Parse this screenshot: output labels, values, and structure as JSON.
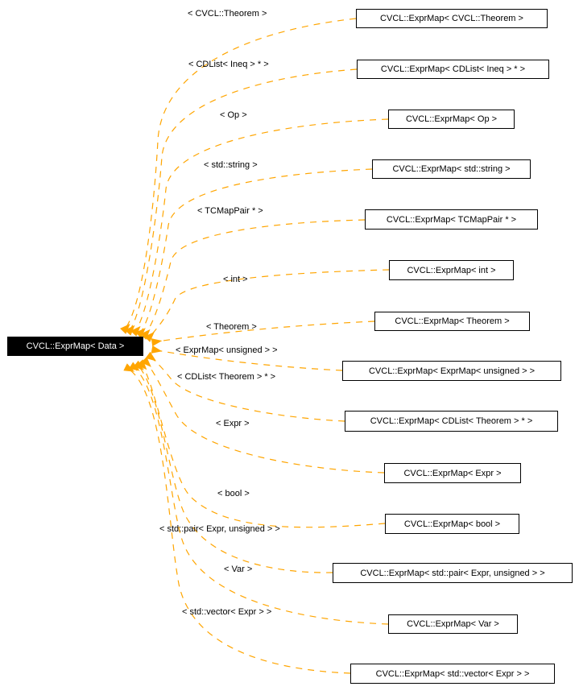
{
  "diagram": {
    "root": {
      "label": "CVCL::ExprMap< Data >"
    },
    "colors": {
      "edge": "#ffa500",
      "node_bg": "#ffffff",
      "node_border": "#000000",
      "root_bg": "#000000",
      "root_text": "#ffffff"
    },
    "instantiations": [
      {
        "arg": "< CVCL::Theorem >",
        "class": "CVCL::ExprMap< CVCL::Theorem >"
      },
      {
        "arg": "< CDList< Ineq > * >",
        "class": "CVCL::ExprMap< CDList< Ineq > * >"
      },
      {
        "arg": "< Op >",
        "class": "CVCL::ExprMap< Op >"
      },
      {
        "arg": "< std::string >",
        "class": "CVCL::ExprMap< std::string >"
      },
      {
        "arg": "< TCMapPair * >",
        "class": "CVCL::ExprMap< TCMapPair * >"
      },
      {
        "arg": "< int >",
        "class": "CVCL::ExprMap< int >"
      },
      {
        "arg": "< Theorem >",
        "class": "CVCL::ExprMap< Theorem >"
      },
      {
        "arg": "< ExprMap< unsigned > >",
        "class": "CVCL::ExprMap< ExprMap< unsigned > >"
      },
      {
        "arg": "< CDList< Theorem > * >",
        "class": "CVCL::ExprMap< CDList< Theorem > * >"
      },
      {
        "arg": "< Expr >",
        "class": "CVCL::ExprMap< Expr >"
      },
      {
        "arg": "< bool >",
        "class": "CVCL::ExprMap< bool >"
      },
      {
        "arg": "< std::pair< Expr, unsigned > >",
        "class": "CVCL::ExprMap< std::pair< Expr, unsigned > >"
      },
      {
        "arg": "< Var >",
        "class": "CVCL::ExprMap< Var >"
      },
      {
        "arg": "< std::vector< Expr > >",
        "class": "CVCL::ExprMap< std::vector< Expr > >"
      }
    ]
  }
}
